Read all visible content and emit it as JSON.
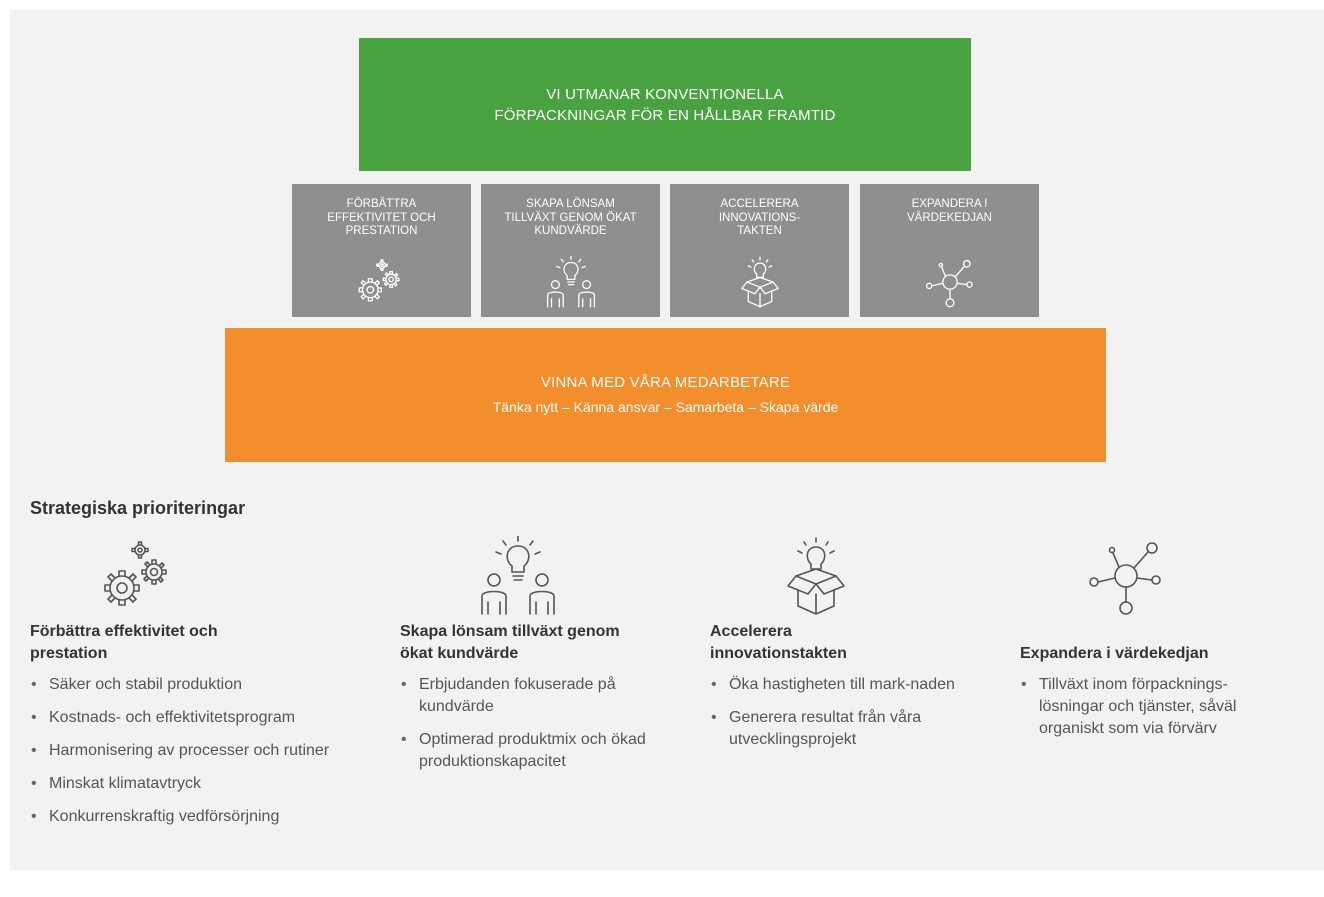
{
  "top": {
    "line1": "VI UTMANAR KONVENTIONELLA",
    "line2": "FÖRPACKNINGAR FÖR EN HÅLLBAR FRAMTID"
  },
  "pillars": [
    {
      "lines": [
        "FÖRBÄTTRA",
        "EFFEKTIVITET OCH",
        "PRESTATION"
      ],
      "icon": "gears-icon"
    },
    {
      "lines": [
        "SKAPA LÖNSAM",
        "TILLVÄXT GENOM ÖKAT",
        "KUNDVÄRDE"
      ],
      "icon": "people-lightbulb-icon"
    },
    {
      "lines": [
        "ACCELERERA",
        "INNOVATIONS-",
        "TAKTEN"
      ],
      "icon": "box-lightbulb-icon"
    },
    {
      "lines": [
        "EXPANDERA I",
        "VÄRDEKEDJAN"
      ],
      "icon": "network-icon"
    }
  ],
  "base": {
    "title": "VINNA MED VÅRA MEDARBETARE",
    "subtitle": "Tänka nytt – Känna ansvar – Samarbeta – Skapa värde"
  },
  "section_title": "Strategiska prioriteringar",
  "priorities": [
    {
      "title_lines": [
        "Förbättra effektivitet och",
        "prestation"
      ],
      "icon": "gears-icon",
      "bullets": [
        "Säker och stabil produktion",
        "Kostnads- och effektivitetsprogram",
        "Harmonisering av processer och rutiner",
        "Minskat klimatavtryck",
        "Konkurrenskraftig vedförsörjning"
      ]
    },
    {
      "title_lines": [
        "Skapa lönsam tillväxt genom",
        "ökat kundvärde"
      ],
      "icon": "people-lightbulb-icon",
      "bullets": [
        "Erbjudanden fokuserade på kundvärde",
        "Optimerad produktmix och ökad produktionskapacitet"
      ]
    },
    {
      "title_lines": [
        "Accelerera",
        "innovationstakten"
      ],
      "icon": "box-lightbulb-icon",
      "bullets": [
        "Öka hastigheten till mark-naden",
        "Generera resultat från våra utvecklingsprojekt"
      ]
    },
    {
      "title_lines": [
        "Expandera i värdekedjan"
      ],
      "icon": "network-icon",
      "bullets": [
        "Tillväxt inom förpacknings-lösningar och tjänster, såväl organiskt som via förvärv"
      ]
    }
  ],
  "colors": {
    "green": "#48a23f",
    "grey": "#8f8f8f",
    "orange": "#f28e2c",
    "panel": "#f2f2f2"
  }
}
